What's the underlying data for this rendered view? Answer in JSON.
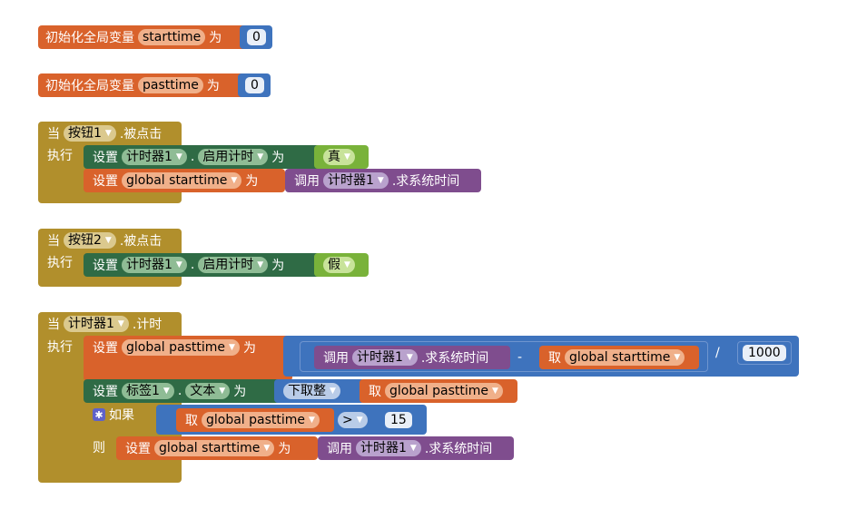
{
  "globals": [
    {
      "init_label": "初始化全局变量",
      "var_name": "starttime",
      "as_label": "为",
      "value": "0"
    },
    {
      "init_label": "初始化全局变量",
      "var_name": "pasttime",
      "as_label": "为",
      "value": "0"
    }
  ],
  "event1": {
    "when": "当",
    "component": "按钮1",
    "event": ".被点击",
    "do": "执行",
    "stmt1": {
      "set": "设置",
      "component": "计时器1",
      "dot": ".",
      "property": "启用计时",
      "to": "为",
      "value": "真"
    },
    "stmt2": {
      "set": "设置",
      "var": "global starttime",
      "to": "为",
      "call": "调用",
      "component": "计时器1",
      "method": ".求系统时间"
    }
  },
  "event2": {
    "when": "当",
    "component": "按钮2",
    "event": ".被点击",
    "do": "执行",
    "stmt1": {
      "set": "设置",
      "component": "计时器1",
      "dot": ".",
      "property": "启用计时",
      "to": "为",
      "value": "假"
    }
  },
  "event3": {
    "when": "当",
    "component": "计时器1",
    "event": ".计时",
    "do": "执行",
    "stmt1": {
      "set": "设置",
      "var": "global pasttime",
      "to": "为",
      "call": "调用",
      "component": "计时器1",
      "method": ".求系统时间",
      "minus": "-",
      "get": "取",
      "get_var": "global starttime",
      "divide": "/",
      "divisor": "1000"
    },
    "stmt2": {
      "set": "设置",
      "component": "标签1",
      "dot": ".",
      "property": "文本",
      "to": "为",
      "floor": "下取整",
      "get": "取",
      "get_var": "global pasttime"
    },
    "if_block": {
      "if": "如果",
      "get": "取",
      "get_var": "global pasttime",
      "op": ">",
      "value": "15",
      "then": "则",
      "then_stmt": {
        "set": "设置",
        "var": "global starttime",
        "to": "为",
        "call": "调用",
        "component": "计时器1",
        "method": ".求系统时间"
      }
    }
  },
  "colors": {
    "variables": "#d9622b",
    "math": "#3e73bd",
    "events": "#b18f2c",
    "components": "#2f6b45",
    "methods": "#7f4d8e",
    "logic": "#79b23a",
    "control": "#5f62c9"
  }
}
